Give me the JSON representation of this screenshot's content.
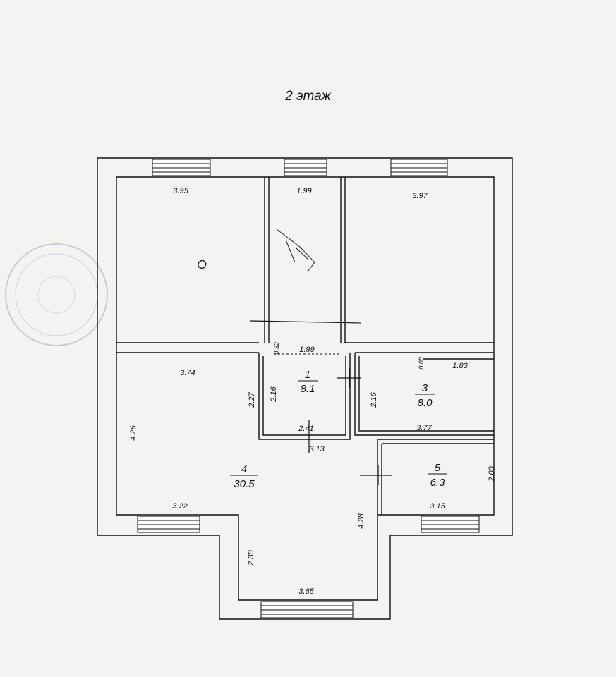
{
  "floor_title": "2 этаж",
  "rooms": [
    {
      "number": "1",
      "area": "8.1"
    },
    {
      "number": "3",
      "area": "8.0"
    },
    {
      "number": "4",
      "area": "30.5"
    },
    {
      "number": "5",
      "area": "6.3"
    }
  ],
  "dimensions": {
    "top_left_width": "3.95",
    "top_mid_width": "1.99",
    "top_right_width": "3.97",
    "hall_top_width": "1.99",
    "hall_depth": "0.32",
    "room1_height_left": "2.16",
    "room1_width": "2.41",
    "room3_height": "2.16",
    "room3_top": "0.08",
    "room3_top_width": "1.83",
    "room3_width": "3.77",
    "room4_top_width": "3.74",
    "room4_left_height": "4.26",
    "room4_inner_height": "2.27",
    "room4_bottom_left": "3.22",
    "bay_height": "2.30",
    "bay_width": "3.65",
    "bay_right_height": "4.28",
    "room4_passage_width": "3.13",
    "room5_height": "2.00",
    "room5_width": "3.15"
  },
  "colors": {
    "line": "#111111",
    "paper": "#f3f3f1"
  }
}
